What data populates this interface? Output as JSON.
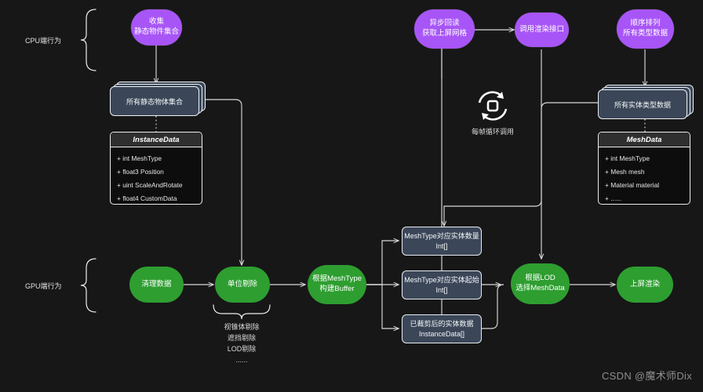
{
  "meta": {
    "watermark": "CSDN @魔术师Dix",
    "bg_color": "#171717",
    "purple": "#a855f7",
    "green": "#2e9e30",
    "slate": "#3b4758",
    "wire_color": "#d9d9d9"
  },
  "side_labels": [
    {
      "id": "cpu",
      "text": "CPU端行为"
    },
    {
      "id": "gpu",
      "text": "GPU端行为"
    }
  ],
  "nodes": {
    "collect": {
      "text": "收集\n静态物件集合",
      "type": "pill"
    },
    "async_readback": {
      "text": "异步回读\n获取上屏网格",
      "type": "pill"
    },
    "call_render": {
      "text": "调用渲染接口",
      "type": "pill"
    },
    "sort_types": {
      "text": "顺序排列\n所有类型数据",
      "type": "pill"
    },
    "clean_data": {
      "text": "清理数据",
      "type": "pill-green"
    },
    "unit_cull": {
      "text": "单位剔除",
      "type": "pill-green"
    },
    "build_buffer": {
      "text": "根据MeshType\n构建Buffer",
      "type": "pill-green"
    },
    "select_lod": {
      "text": "根据LOD\n选择MeshData",
      "type": "pill-green"
    },
    "present": {
      "text": "上屏渲染",
      "type": "pill-green"
    }
  },
  "stacks": {
    "all_static": {
      "text": "所有静态物体集合"
    },
    "all_types": {
      "text": "所有实体类型数据"
    }
  },
  "boxes": {
    "count_box": {
      "text": "MeshType对应实体数量\nInt[]"
    },
    "start_box": {
      "text": "MeshType对应实体起始\nInt[]"
    },
    "culled_box": {
      "text": "已裁剪后的实体数据\nInstanceData[]"
    }
  },
  "uml": [
    {
      "id": "instance-data",
      "title": "InstanceData",
      "rows": [
        "+ int MeshType",
        "+ float3 Position",
        "+ uint ScaleAndRotate",
        "+ float4 CustomData"
      ]
    },
    {
      "id": "mesh-data",
      "title": "MeshData",
      "rows": [
        "+ int MeshType",
        "+ Mesh mesh",
        "+ Material material",
        "+ ......"
      ]
    }
  ],
  "captions": {
    "loop_label": "每帧循环调用",
    "cull_list": "视锥体剔除\n遮挡剔除\nLOD剔除\n......"
  }
}
